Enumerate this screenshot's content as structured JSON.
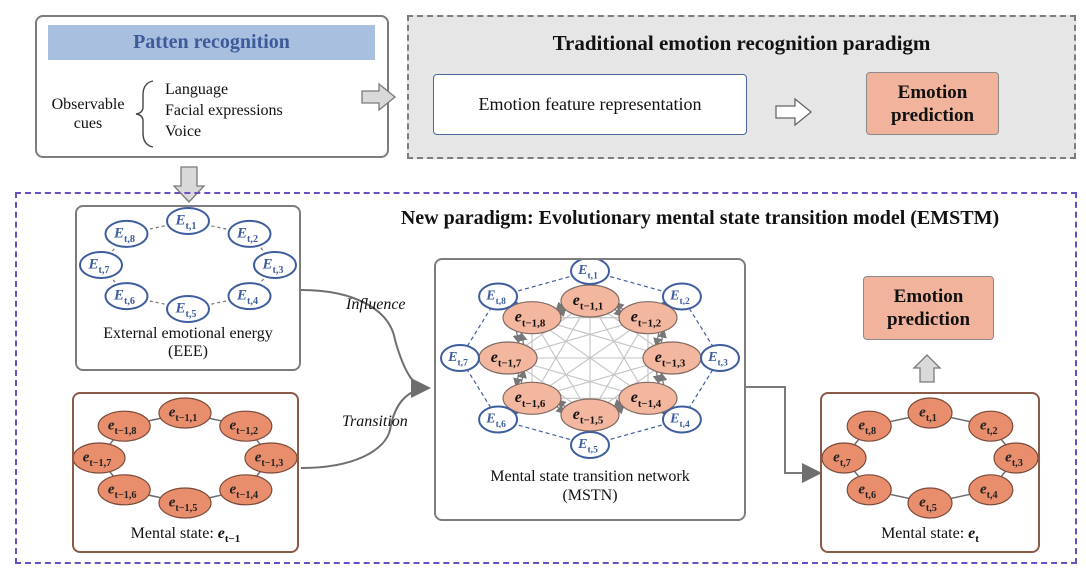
{
  "pattern_recognition": {
    "title": "Patten recognition",
    "cues_label_line1": "Observable",
    "cues_label_line2": "cues",
    "cues": [
      "Language",
      "Facial expressions",
      "Voice"
    ]
  },
  "traditional": {
    "title": "Traditional emotion recognition paradigm",
    "feature_box": "Emotion feature representation",
    "prediction_line1": "Emotion",
    "prediction_line2": "prediction"
  },
  "new_paradigm": {
    "title": "New paradigm: Evolutionary mental state transition model (EMSTM)",
    "eee": {
      "label_line1": "External emotional energy",
      "label_line2": "(EEE)",
      "nodes": [
        "E_{t,1}",
        "E_{t,2}",
        "E_{t,3}",
        "E_{t,4}",
        "E_{t,5}",
        "E_{t,6}",
        "E_{t,7}",
        "E_{t,8}"
      ]
    },
    "prev_state": {
      "label_prefix": "Mental state: ",
      "label_symbol": "e",
      "label_sub": "t−1",
      "nodes": [
        "t−1,1",
        "t−1,2",
        "t−1,3",
        "t−1,4",
        "t−1,5",
        "t−1,6",
        "t−1,7",
        "t−1,8"
      ]
    },
    "influence_label": "Influence",
    "transition_label": "Transition",
    "mstn": {
      "label_line1": "Mental state transition network",
      "label_line2": "(MSTN)",
      "outer_nodes": [
        "t,1",
        "t,2",
        "t,3",
        "t,4",
        "t,5",
        "t,6",
        "t,7",
        "t,8"
      ],
      "inner_nodes": [
        "t−1,1",
        "t−1,2",
        "t−1,3",
        "t−1,4",
        "t−1,5",
        "t−1,6",
        "t−1,7",
        "t−1,8"
      ]
    },
    "prediction_line1": "Emotion",
    "prediction_line2": "prediction",
    "curr_state": {
      "label_prefix": "Mental state: ",
      "label_symbol": "e",
      "label_sub": "t",
      "nodes": [
        "t,1",
        "t,2",
        "t,3",
        "t,4",
        "t,5",
        "t,6",
        "t,7",
        "t,8"
      ]
    }
  },
  "colors": {
    "header_fill": "#a9bfe0",
    "header_text": "#3d5a99",
    "traditional_fill": "#e6e6e6",
    "prediction_fill": "#f2b39d",
    "new_paradigm_border": "#6a4fc0",
    "energy_node_stroke": "#3e5d9e",
    "state_node_fill": "#e88e6d",
    "mstn_node_fill": "#f3b69f"
  }
}
